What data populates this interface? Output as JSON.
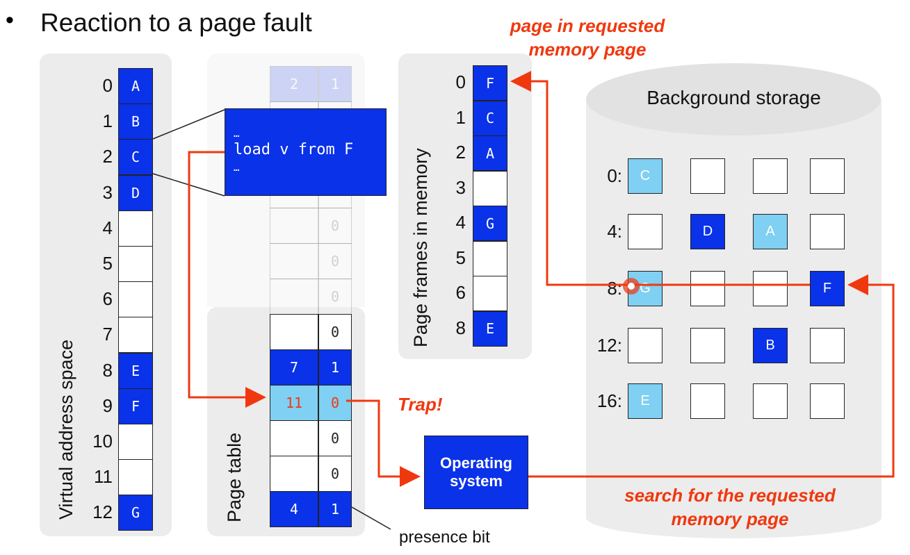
{
  "title": "Reaction to a page fault",
  "virtual": {
    "label": "Virtual address space",
    "rows": [
      "0",
      "1",
      "2",
      "3",
      "4",
      "5",
      "6",
      "7",
      "8",
      "9",
      "10",
      "11",
      "12"
    ],
    "cells": [
      "A",
      "B",
      "C",
      "D",
      "",
      "",
      "",
      "",
      "E",
      "F",
      "",
      "",
      "G"
    ]
  },
  "code": {
    "lines": [
      "…",
      "load v from F",
      "…"
    ]
  },
  "page_table": {
    "label": "Page table",
    "rows": [
      [
        "2",
        "1"
      ],
      [
        "",
        ""
      ],
      [
        "",
        ""
      ],
      [
        "",
        ""
      ],
      [
        "",
        "0"
      ],
      [
        "",
        "0"
      ],
      [
        "",
        "0"
      ],
      [
        "",
        "0"
      ],
      [
        "7",
        "1"
      ],
      [
        "11",
        "0"
      ],
      [
        "",
        "0"
      ],
      [
        "",
        "0"
      ],
      [
        "4",
        "1"
      ]
    ],
    "presence_bit": "presence bit"
  },
  "memory": {
    "label": "Page frames in memory",
    "rows": [
      "0",
      "1",
      "2",
      "3",
      "4",
      "5",
      "6",
      "8"
    ],
    "cells": [
      "F",
      "C",
      "A",
      "",
      "G",
      "",
      "",
      "E"
    ]
  },
  "storage": {
    "title": "Background storage",
    "row_labels": [
      "0:",
      "4:",
      "8:",
      "12:",
      "16:"
    ],
    "cells": [
      [
        "C",
        "",
        "",
        ""
      ],
      [
        "",
        "D",
        "A",
        ""
      ],
      [
        "G",
        "",
        "",
        "F"
      ],
      [
        "",
        "",
        "B",
        ""
      ],
      [
        "E",
        "",
        "",
        ""
      ]
    ],
    "kinds": [
      [
        "light",
        "",
        "",
        ""
      ],
      [
        "",
        "blue",
        "light",
        ""
      ],
      [
        "light",
        "",
        "",
        "blue"
      ],
      [
        "",
        "",
        "blue",
        ""
      ],
      [
        "light",
        "",
        "",
        ""
      ]
    ]
  },
  "os": {
    "label": "Operating system"
  },
  "annotations": {
    "page_in": "page in requested memory page",
    "trap": "Trap!",
    "search": "search for the requested memory page"
  },
  "colors": {
    "blue": "#0a32e8",
    "light_blue": "#7fd0f2",
    "red": "#f0380f"
  }
}
